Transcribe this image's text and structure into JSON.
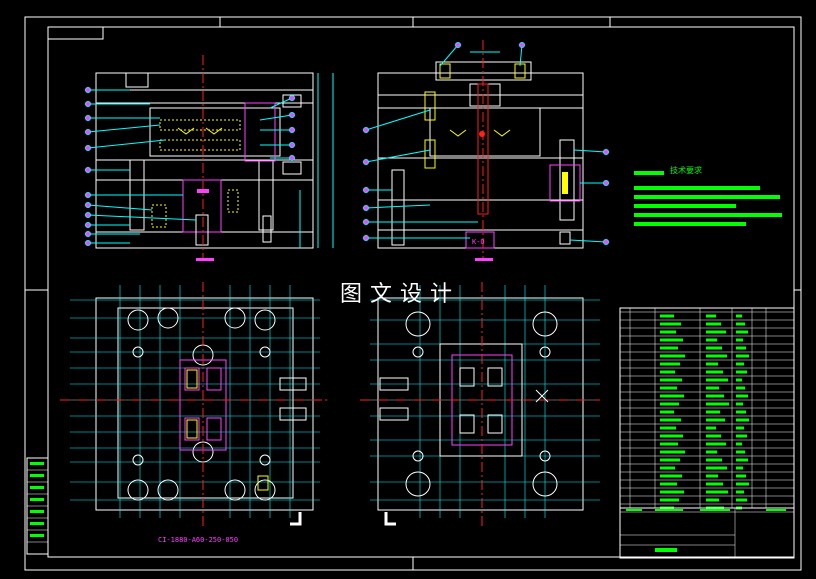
{
  "drawing": {
    "watermark": "图文设计",
    "part_number": "CI-1880-A60-250-050",
    "section_mark_left": "K-O",
    "tech_req_title": "技术要求"
  },
  "colors": {
    "background": "#000000",
    "frame": "#ffffff",
    "mold_outline": "#ffffff",
    "dimension_lines": "#00ffff",
    "centerline": "#ff2020",
    "leader_balloons": "#ff40ff",
    "text_green": "#00ff00",
    "hidden_parts": "#ffff00"
  },
  "icons": {
    "section_corner_left": "corner-bracket-icon",
    "section_corner_right": "corner-bracket-icon",
    "gate_cross": "cross-mark-icon"
  }
}
